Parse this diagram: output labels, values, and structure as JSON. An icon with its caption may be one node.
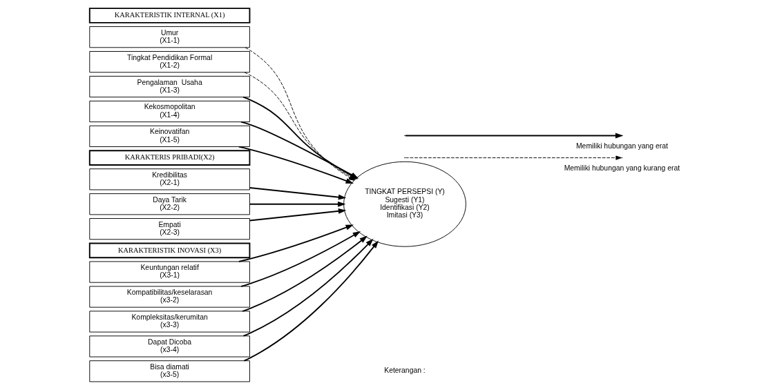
{
  "diagram": {
    "nodes": [
      {
        "text": [
          "KARAKTERISTIK INTERNAL (X1)"
        ]
      },
      {
        "text": [
          "Umur",
          "(X1-1)"
        ]
      },
      {
        "text": [
          "Tingkat Pendidikan Formal",
          "(X1-2)"
        ]
      },
      {
        "text": [
          "Pengalaman  Usaha",
          "(X1-3)"
        ]
      },
      {
        "text": [
          "Kekosmopolitan",
          "(X1-4)"
        ]
      },
      {
        "text": [
          "Keinovatifan",
          "(X1-5)"
        ]
      },
      {
        "text": [
          "KARAKTERIS PRIBADI(X2)"
        ]
      },
      {
        "text": [
          "Kredibilitas",
          "(X2-1)"
        ]
      },
      {
        "text": [
          "Daya Tarik",
          "(X2-2)"
        ]
      },
      {
        "text": [
          "Empati",
          "(X2-3)"
        ]
      },
      {
        "text": [
          "KARAKTERISTIK INOVASI (X3)"
        ]
      },
      {
        "text": [
          "Keuntungan relatif",
          "(X3-1)"
        ]
      },
      {
        "text": [
          "Kompatibilitas/keselarasan",
          "(x3-2)"
        ]
      },
      {
        "text": [
          "Kompleksitas/kerumitan",
          "(x3-3)"
        ]
      },
      {
        "text": [
          "Dapat Dicoba",
          "(x3-4)"
        ]
      },
      {
        "text": [
          "Bisa diamati",
          "(x3-5)"
        ]
      },
      {
        "text": [
          "TINGKAT PERSEPSI (Y)",
          "Sugesti (Y1)",
          "Identifikasi (Y2)",
          "Imitasi (Y3)"
        ]
      }
    ],
    "edges": [
      {
        "from": 1,
        "to": 16,
        "arrow": "to",
        "style": "dashed"
      },
      {
        "from": 2,
        "to": 16,
        "arrow": "to",
        "style": "dashed"
      },
      {
        "from": 3,
        "to": 16,
        "arrow": "to"
      },
      {
        "from": 4,
        "to": 16,
        "arrow": "to"
      },
      {
        "from": 5,
        "to": 16,
        "arrow": "to"
      },
      {
        "from": 7,
        "to": 16,
        "arrow": "to"
      },
      {
        "from": 8,
        "to": 16,
        "arrow": "to"
      },
      {
        "from": 9,
        "to": 16,
        "arrow": "to"
      },
      {
        "from": 11,
        "to": 16,
        "arrow": "to"
      },
      {
        "from": 12,
        "to": 16,
        "arrow": "to"
      },
      {
        "from": 13,
        "to": 16,
        "arrow": "to"
      },
      {
        "from": 14,
        "to": 16,
        "arrow": "to"
      },
      {
        "from": 15,
        "to": 16,
        "arrow": "to"
      }
    ],
    "labels": [
      "Keterangan :"
    ],
    "legend": [
      {
        "text": "Memiliki hubungan yang erat"
      },
      {
        "text": "Memiliki hubungan yang kurang erat"
      }
    ]
  }
}
